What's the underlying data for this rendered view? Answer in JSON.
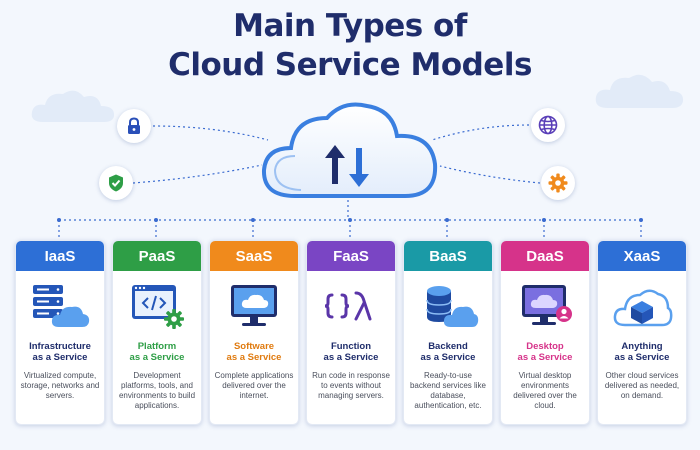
{
  "title": {
    "line1": "Main Types of",
    "line2": "Cloud Service Models"
  },
  "center": {
    "icon": "cloud-upload-download-icon"
  },
  "badges": [
    {
      "icon": "lock-icon",
      "color": "#2a4fb8"
    },
    {
      "icon": "shield-check-icon",
      "color": "#2e9e46"
    },
    {
      "icon": "globe-icon",
      "color": "#5a3fb8"
    },
    {
      "icon": "gear-icon",
      "color": "#f08a1c"
    }
  ],
  "models": [
    {
      "abbr": "IaaS",
      "color": "#2d6fd6",
      "name_line1": "Infrastructure",
      "name_line2": "as a Service",
      "name_color": "#1f2d6b",
      "description": "Virtualized compute, storage, networks and servers.",
      "icon": "server-cloud-icon"
    },
    {
      "abbr": "PaaS",
      "color": "#2e9e46",
      "name_line1": "Platform",
      "name_line2": "as a Service",
      "name_color": "#2e9e46",
      "description": "Development platforms, tools, and environments to build applications.",
      "icon": "code-window-gear-icon"
    },
    {
      "abbr": "SaaS",
      "color": "#f08a1c",
      "name_line1": "Software",
      "name_line2": "as a Service",
      "name_color": "#e07b10",
      "description": "Complete applications delivered over the internet.",
      "icon": "monitor-cloud-icon"
    },
    {
      "abbr": "FaaS",
      "color": "#7a45c4",
      "name_line1": "Function",
      "name_line2": "as a Service",
      "name_color": "#1f2d6b",
      "description": "Run code in response to events without managing servers.",
      "icon": "lambda-function-icon"
    },
    {
      "abbr": "BaaS",
      "color": "#1a9aa6",
      "name_line1": "Backend",
      "name_line2": "as a Service",
      "name_color": "#1f2d6b",
      "description": "Ready-to-use backend services like database, authentication, etc.",
      "icon": "database-cloud-icon"
    },
    {
      "abbr": "DaaS",
      "color": "#d6338a",
      "name_line1": "Desktop",
      "name_line2": "as a Service",
      "name_color": "#d6338a",
      "description": "Virtual desktop environments delivered over the cloud.",
      "icon": "desktop-user-icon"
    },
    {
      "abbr": "XaaS",
      "color": "#2d6fd6",
      "name_line1": "Anything",
      "name_line2": "as a Service",
      "name_color": "#1f2d6b",
      "description": "Other cloud services delivered as needed, on demand.",
      "icon": "cloud-cube-icon"
    }
  ]
}
